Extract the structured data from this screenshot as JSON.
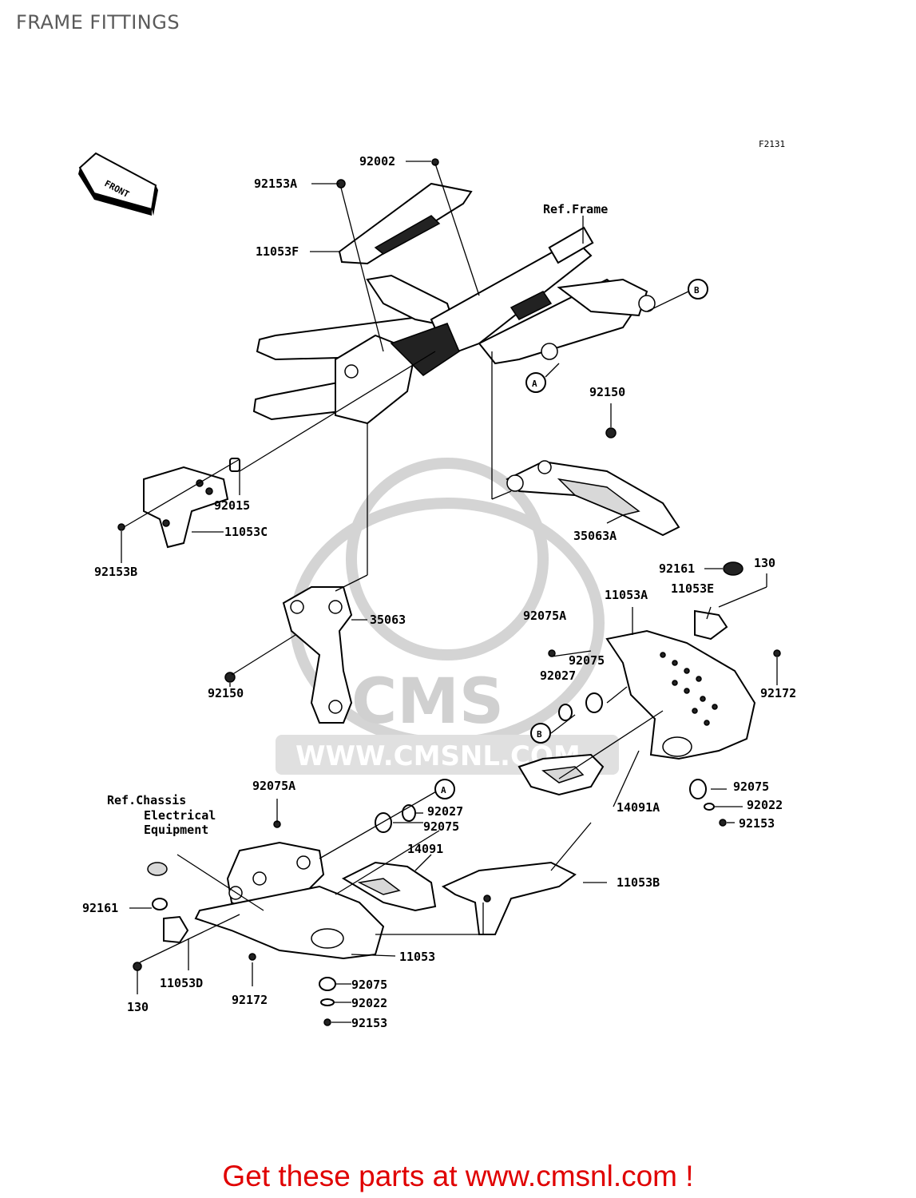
{
  "page": {
    "title": "FRAME FITTINGS",
    "footer": "Get these parts at www.cmsnl.com !"
  },
  "diagram": {
    "code": "F2131",
    "front_label": "FRONT",
    "watermark_brand": "CMS",
    "watermark_url": "WWW.CMSNL.COM",
    "refs": {
      "frame": "Ref.Frame",
      "chassis_1": "Ref.Chassis",
      "chassis_2": "Electrical",
      "chassis_3": "Equipment"
    },
    "markers": {
      "a": "A",
      "b": "B"
    },
    "labels": {
      "p92002": "92002",
      "p92153A": "92153A",
      "p11053F": "11053F",
      "p92150_top": "92150",
      "p92015": "92015",
      "p11053C": "11053C",
      "p92153B": "92153B",
      "p35063A": "35063A",
      "p92161_right": "92161",
      "p130_right": "130",
      "p11053A": "11053A",
      "p11053E": "11053E",
      "p92075A_right": "92075A",
      "p92075_mid": "92075",
      "p92027_mid": "92027",
      "p92172_right": "92172",
      "p35063": "35063",
      "p92150_left": "92150",
      "p92075_right": "92075",
      "p92022_right": "92022",
      "p92153_right": "92153",
      "p14091A": "14091A",
      "p92075A_left": "92075A",
      "p92027_low": "92027",
      "p92075_low": "92075",
      "p14091": "14091",
      "p11053B": "11053B",
      "p92161_left": "92161",
      "p11053": "11053",
      "p11053D": "11053D",
      "p130_left": "130",
      "p92172_left": "92172",
      "p92075_bottom": "92075",
      "p92022_bottom": "92022",
      "p92153_bottom": "92153"
    }
  }
}
